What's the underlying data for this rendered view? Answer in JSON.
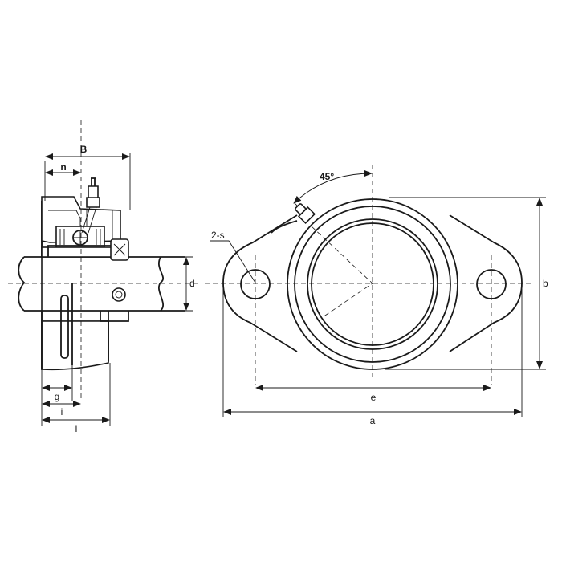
{
  "labels": {
    "B": "B",
    "n": "n",
    "d": "d",
    "g": "g",
    "i": "i",
    "l": "l",
    "s": "2-s",
    "e": "e",
    "a": "a",
    "b": "b",
    "angle": "45°"
  }
}
